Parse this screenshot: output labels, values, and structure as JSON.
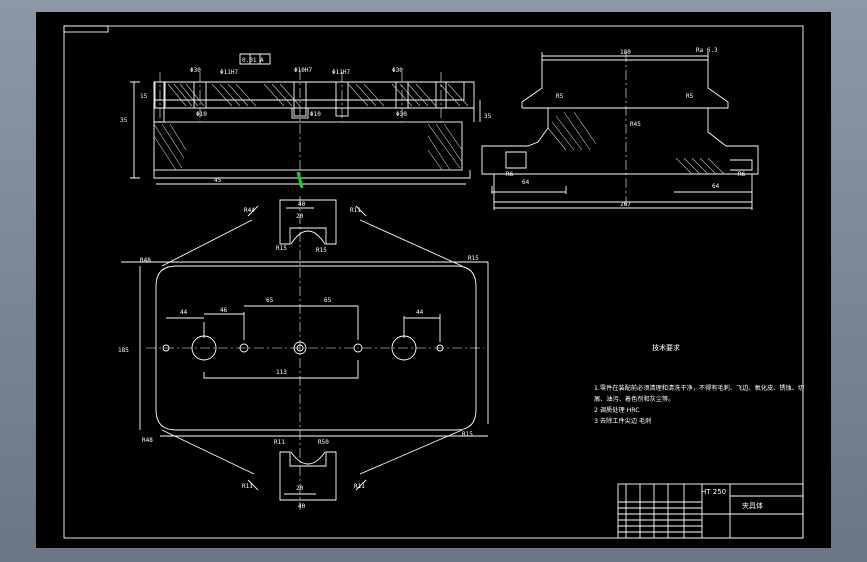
{
  "colors": {
    "background": "#000000",
    "line": "#ffffff",
    "hatch": "#c8c8c8",
    "center": "#ffffff",
    "marker": "#22cc22",
    "window": "#8d97a6"
  },
  "top_view": {
    "dims": [
      "Φ30",
      "Φ11H7",
      "Φ10H7",
      "Φ11H7",
      "Φ30",
      "Φ10",
      "Φ10",
      "Φ30",
      "0.01 A"
    ],
    "side_dims": [
      "15",
      "35",
      "35"
    ],
    "bottom_note": "45"
  },
  "side_view": {
    "dims": [
      "180",
      "R5",
      "R5",
      "R6",
      "R6",
      "64",
      "64",
      "R45",
      "267"
    ],
    "note": "Ra 6.3",
    "small": "Ra"
  },
  "plan_view": {
    "radii": [
      "R44",
      "R11",
      "R48",
      "R15",
      "R48",
      "R15",
      "R11",
      "R50",
      "R11",
      "R11",
      "R15",
      "R15"
    ],
    "dims": [
      "40",
      "20",
      "40",
      "20",
      "44",
      "46",
      "65",
      "65",
      "44",
      "113",
      "185"
    ]
  },
  "tech_req": {
    "title": "技术要求",
    "items": [
      "1.零件在装配前必须清理和清洗干净，不得有毛刺、飞边、氧化皮、锈蚀、切",
      "  屑、油污、着色剂和灰尘等。",
      "2 调质处理 HRC",
      "3 去除工件尖边 毛刺"
    ]
  },
  "title_block": {
    "material": "HT 250",
    "name": "夹具体"
  }
}
